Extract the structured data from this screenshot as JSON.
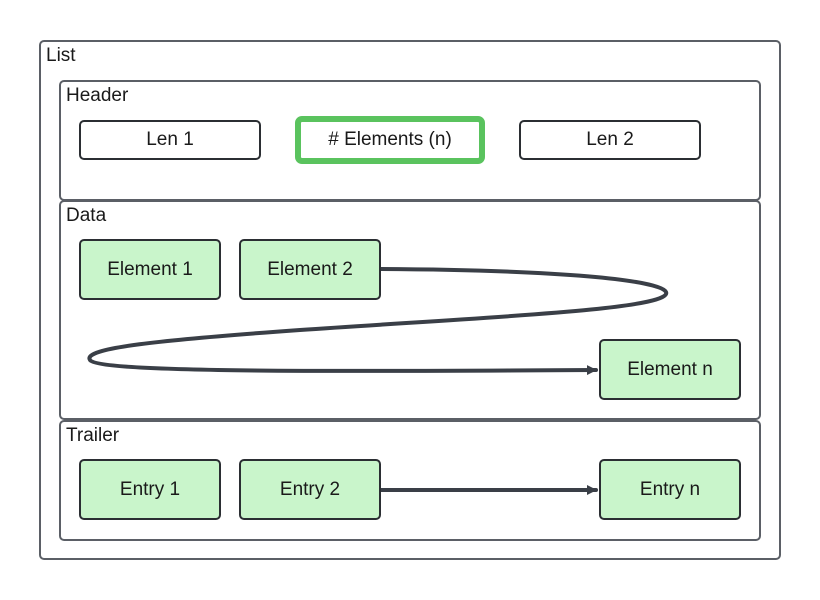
{
  "list": {
    "label": "List",
    "header": {
      "label": "Header",
      "len1": "Len 1",
      "elements_count": "# Elements (n)",
      "len2": "Len 2"
    },
    "data": {
      "label": "Data",
      "element1": "Element 1",
      "element2": "Element 2",
      "element_n": "Element n"
    },
    "trailer": {
      "label": "Trailer",
      "entry1": "Entry 1",
      "entry2": "Entry 2",
      "entry_n": "Entry n"
    }
  },
  "colors": {
    "highlight_border": "#5ac35e",
    "element_fill": "#c9f5cb",
    "connector": "#3a3f47"
  }
}
